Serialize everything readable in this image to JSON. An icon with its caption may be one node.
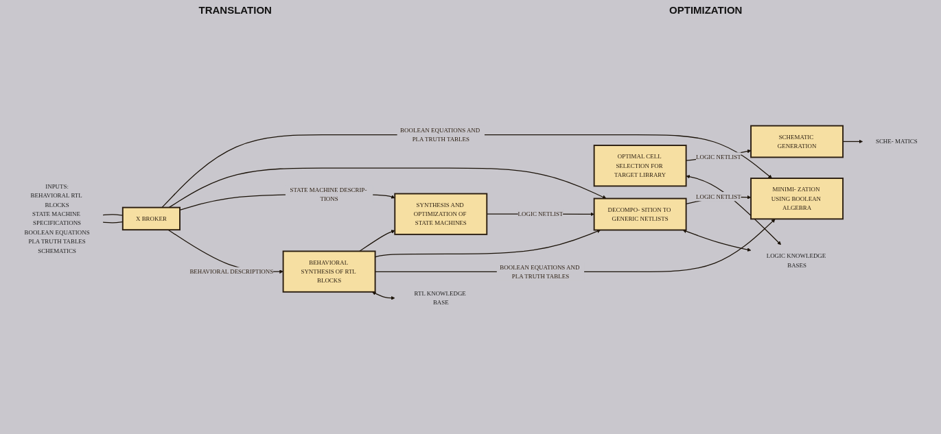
{
  "diagram": {
    "nodes": [
      {
        "text": [
          "INPUTS:",
          "BEHAVIORAL RTL BLOCKS",
          "STATE MACHINE SPECIFICATIONS",
          "BOOLEAN EQUATIONS",
          "PLA TRUTH TABLES",
          "SCHEMATICS"
        ]
      },
      {
        "text": [
          "X BROKER"
        ]
      },
      {
        "text": [
          "SYNTHESIS AND OPTIMIZATION OF STATE MACHINES"
        ]
      },
      {
        "text": [
          "DECOMPO- SITION TO GENERIC NETLISTS"
        ]
      },
      {
        "text": [
          "MINIMI- ZATION USING BOOLEAN ALGEBRA"
        ]
      },
      {
        "text": [
          "OPTIMAL CELL SELECTION FOR TARGET LIBRARY"
        ]
      },
      {
        "text": [
          "SCHEMATIC GENERATION"
        ]
      },
      {
        "text": [
          "SCHE- MATICS"
        ]
      },
      {
        "text": [
          "BEHAVIORAL SYNTHESIS OF RTL BLOCKS"
        ]
      },
      {
        "text": [
          "RTL KNOWLEDGE BASE"
        ]
      },
      {
        "text": [
          "LOGIC KNOWLEDGE BASES"
        ]
      }
    ],
    "edges": [
      {
        "from": 0,
        "to": 1,
        "arrow": "none"
      },
      {
        "from": 0,
        "to": 1,
        "arrow": "none"
      },
      {
        "from": 1,
        "to": 4,
        "arrow": "to",
        "label": "BOOLEAN EQUATIONS AND PLA TRUTH TABLES"
      },
      {
        "from": 1,
        "to": 3,
        "arrow": "to"
      },
      {
        "from": 1,
        "to": 2,
        "arrow": "to",
        "label": "STATE MACHINE DESCRIP- TIONS"
      },
      {
        "from": 1,
        "to": 8,
        "arrow": "to",
        "label": "BEHAVIORAL DESCRIPTIONS"
      },
      {
        "from": 8,
        "to": 2,
        "arrow": "to"
      },
      {
        "from": 2,
        "to": 3,
        "arrow": "to",
        "label": "LOGIC NETLIST"
      },
      {
        "from": 8,
        "to": 3,
        "arrow": "to"
      },
      {
        "from": 8,
        "to": 4,
        "arrow": "to",
        "label": "BOOLEAN EQUATIONS AND PLA TRUTH TABLES"
      },
      {
        "from": 3,
        "to": 4,
        "arrow": "to",
        "label": "LOGIC NETLIST"
      },
      {
        "from": 5,
        "to": 6,
        "arrow": "to",
        "label": "LOGIC NETLIST"
      },
      {
        "from": 6,
        "to": 7,
        "arrow": "to"
      },
      {
        "from": 8,
        "to": 9,
        "arrow": "both"
      },
      {
        "from": 3,
        "to": 10,
        "arrow": "both"
      },
      {
        "from": 5,
        "to": 10,
        "arrow": "both"
      }
    ],
    "labels": [
      "TRANSLATION",
      "OPTIMIZATION"
    ]
  }
}
